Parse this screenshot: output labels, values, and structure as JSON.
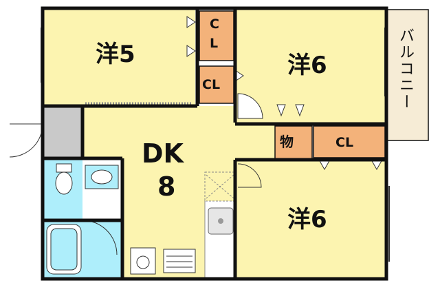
{
  "floor_plan": {
    "rooms": {
      "western_room_a": "洋5",
      "western_room_b": "洋6",
      "western_room_c": "洋6",
      "dining_kitchen_line1": "DK",
      "dining_kitchen_line2": "8",
      "closet_a_line1": "C",
      "closet_a_line2": "L",
      "closet_b": "CL",
      "closet_c": "CL",
      "storage": "物",
      "balcony": "バルコニー"
    },
    "colors": {
      "room": "#fcf4b0",
      "closet": "#f3b27a",
      "wet_area": "#aeeefb",
      "entrance": "#c9c9c9",
      "balcony": "#f6ecd6",
      "wall": "#111111"
    }
  }
}
